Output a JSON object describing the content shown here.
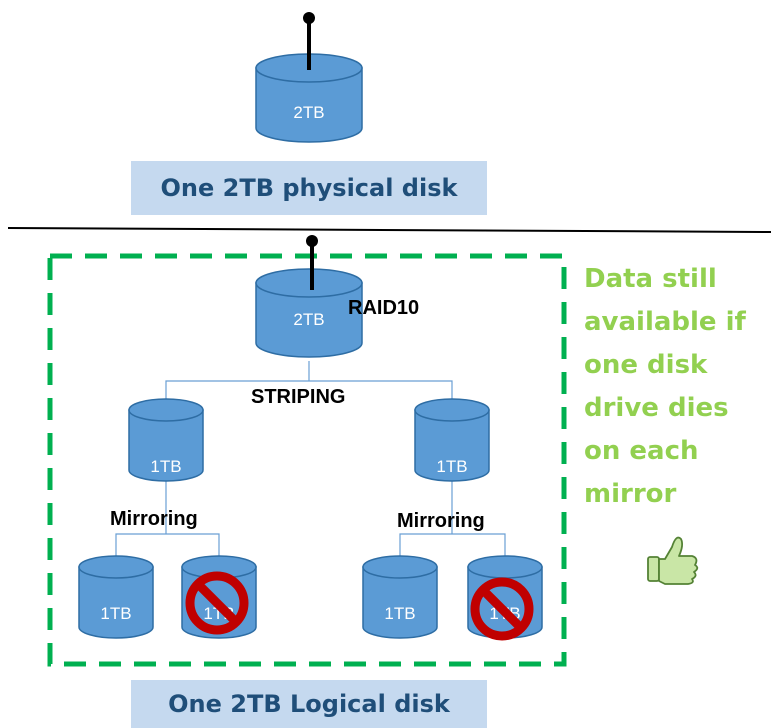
{
  "top": {
    "disk_label": "2TB",
    "caption": "One 2TB physical disk"
  },
  "raid": {
    "root_disk_label": "2TB",
    "raid_label": "RAID10",
    "striping_label": "STRIPING",
    "mirror_disk_label": "1TB",
    "mirroring_label": "Mirroring",
    "leaf_disk_label": "1TB",
    "failed_leaf_text": "1TB",
    "caption": "One 2TB Logical disk"
  },
  "note": {
    "lines": [
      "Data still",
      "available if",
      "one disk",
      "drive dies",
      "on each",
      "mirror"
    ]
  },
  "colors": {
    "disk_fill": "#5b9bd5",
    "disk_stroke": "#2e6da4",
    "dashed_border": "#00b050",
    "note_text": "#92d050",
    "caption_bg": "#c5d9ef",
    "caption_text": "#1f4e79",
    "prohibit": "#c00000",
    "thumb": "#70ad47"
  },
  "icons": [
    "antenna-icon",
    "prohibited-icon",
    "thumbs-up-icon"
  ]
}
